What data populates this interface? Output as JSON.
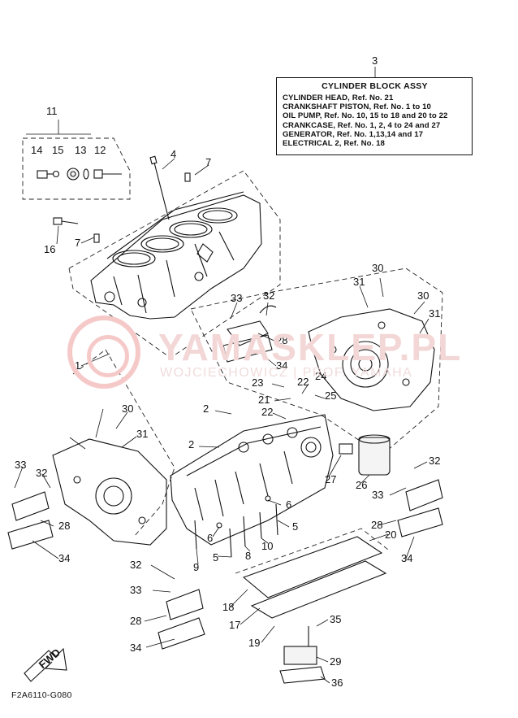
{
  "diagram": {
    "legend": {
      "ref": "3",
      "title": "CYLINDER BLOCK ASSY",
      "lines": [
        "CYLINDER HEAD, Ref. No. 21",
        "CRANKSHAFT PISTON, Ref. No. 1 to 10",
        "OIL PUMP,  Ref. No. 10, 15 to 18  and 20 to 22",
        "CRANKCASE, Ref. No. 1, 2, 4 to 24 and 27",
        "GENERATOR,  Ref. No. 1,13,14 and 17",
        "ELECTRICAL 2, Ref. No. 18"
      ]
    },
    "callouts": [
      "11",
      "14",
      "15",
      "13",
      "12",
      "4",
      "7",
      "16",
      "7",
      "1",
      "30",
      "31",
      "32",
      "33",
      "30",
      "31",
      "28",
      "34",
      "23",
      "22",
      "24",
      "21",
      "25",
      "2",
      "22",
      "30",
      "31",
      "2",
      "33",
      "32",
      "27",
      "26",
      "32",
      "33",
      "28",
      "28",
      "34",
      "6",
      "5",
      "10",
      "8",
      "5",
      "6",
      "9",
      "20",
      "34",
      "32",
      "33",
      "18",
      "28",
      "17",
      "34",
      "19",
      "35",
      "29",
      "36"
    ],
    "fwd_label": "FWD",
    "figure_code": "F2A6110-G080",
    "watermark": {
      "line1": "YAMASKLEP.PL",
      "line2": "WOJCIECHOWICZ | PROF. YAMAHA"
    }
  }
}
